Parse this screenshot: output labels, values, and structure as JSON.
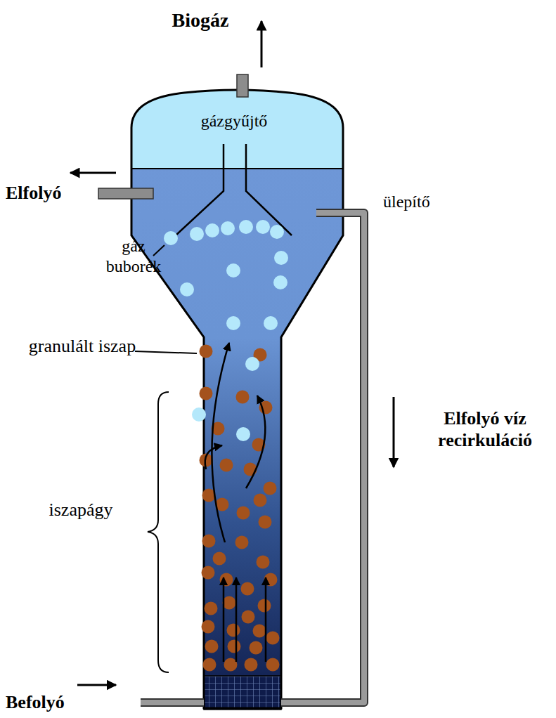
{
  "diagram": {
    "labels": [
      "Biogáz",
      "gázgyűjtő",
      "Elfolyó",
      "ülepítő",
      "gáz buborék",
      "granulált iszap",
      "Elfolyó víz recirkuláció",
      "iszapágy",
      "Befolyó"
    ]
  }
}
